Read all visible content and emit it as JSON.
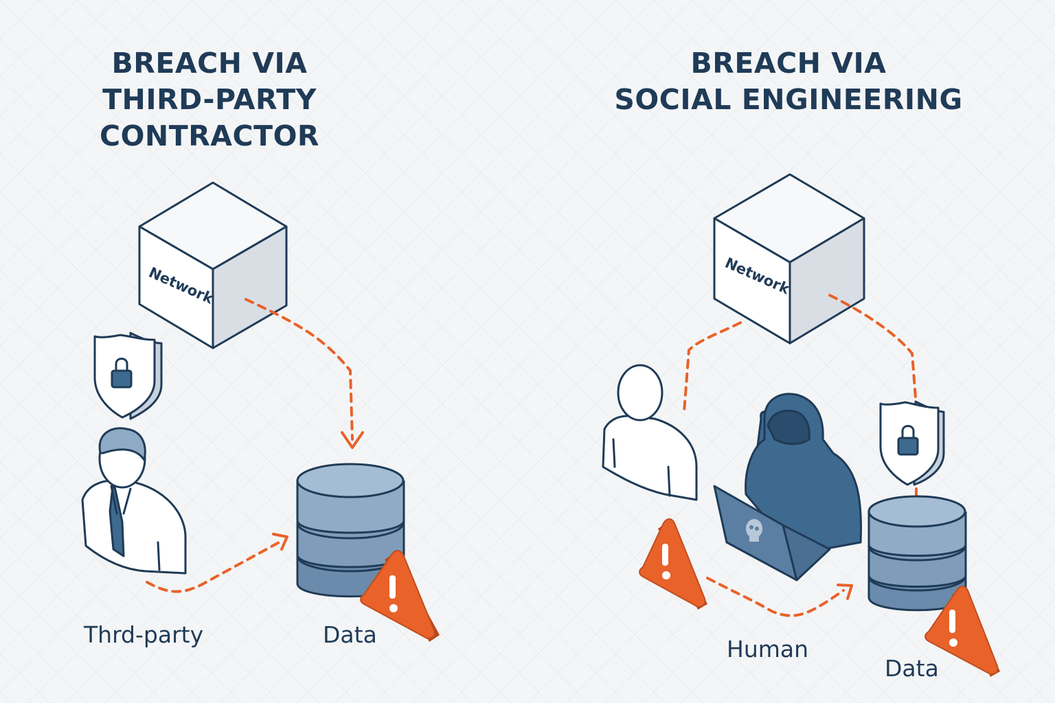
{
  "panels": [
    {
      "title_lines": [
        "BREACH VIA",
        "THIRD-PARTY",
        "CONTRACTOR"
      ],
      "network_label": "Network",
      "labels": {
        "person": "Thrd-party",
        "data": "Data"
      }
    },
    {
      "title_lines": [
        "BREACH VIA",
        "SOCIAL ENGINEERING"
      ],
      "network_label": "Network",
      "labels": {
        "human": "Human",
        "data": "Data"
      }
    }
  ],
  "colors": {
    "background": "#f4f5f6",
    "ink": "#1f3b57",
    "accent_orange": "#e8622a",
    "database_blue": "#7f9db9",
    "hacker_blue": "#3f6a8f"
  },
  "icons": [
    "network-cube-icon",
    "shield-lock-icon",
    "contractor-person-icon",
    "database-icon",
    "warning-icon",
    "user-icon",
    "hacker-icon",
    "laptop-skull-icon"
  ]
}
